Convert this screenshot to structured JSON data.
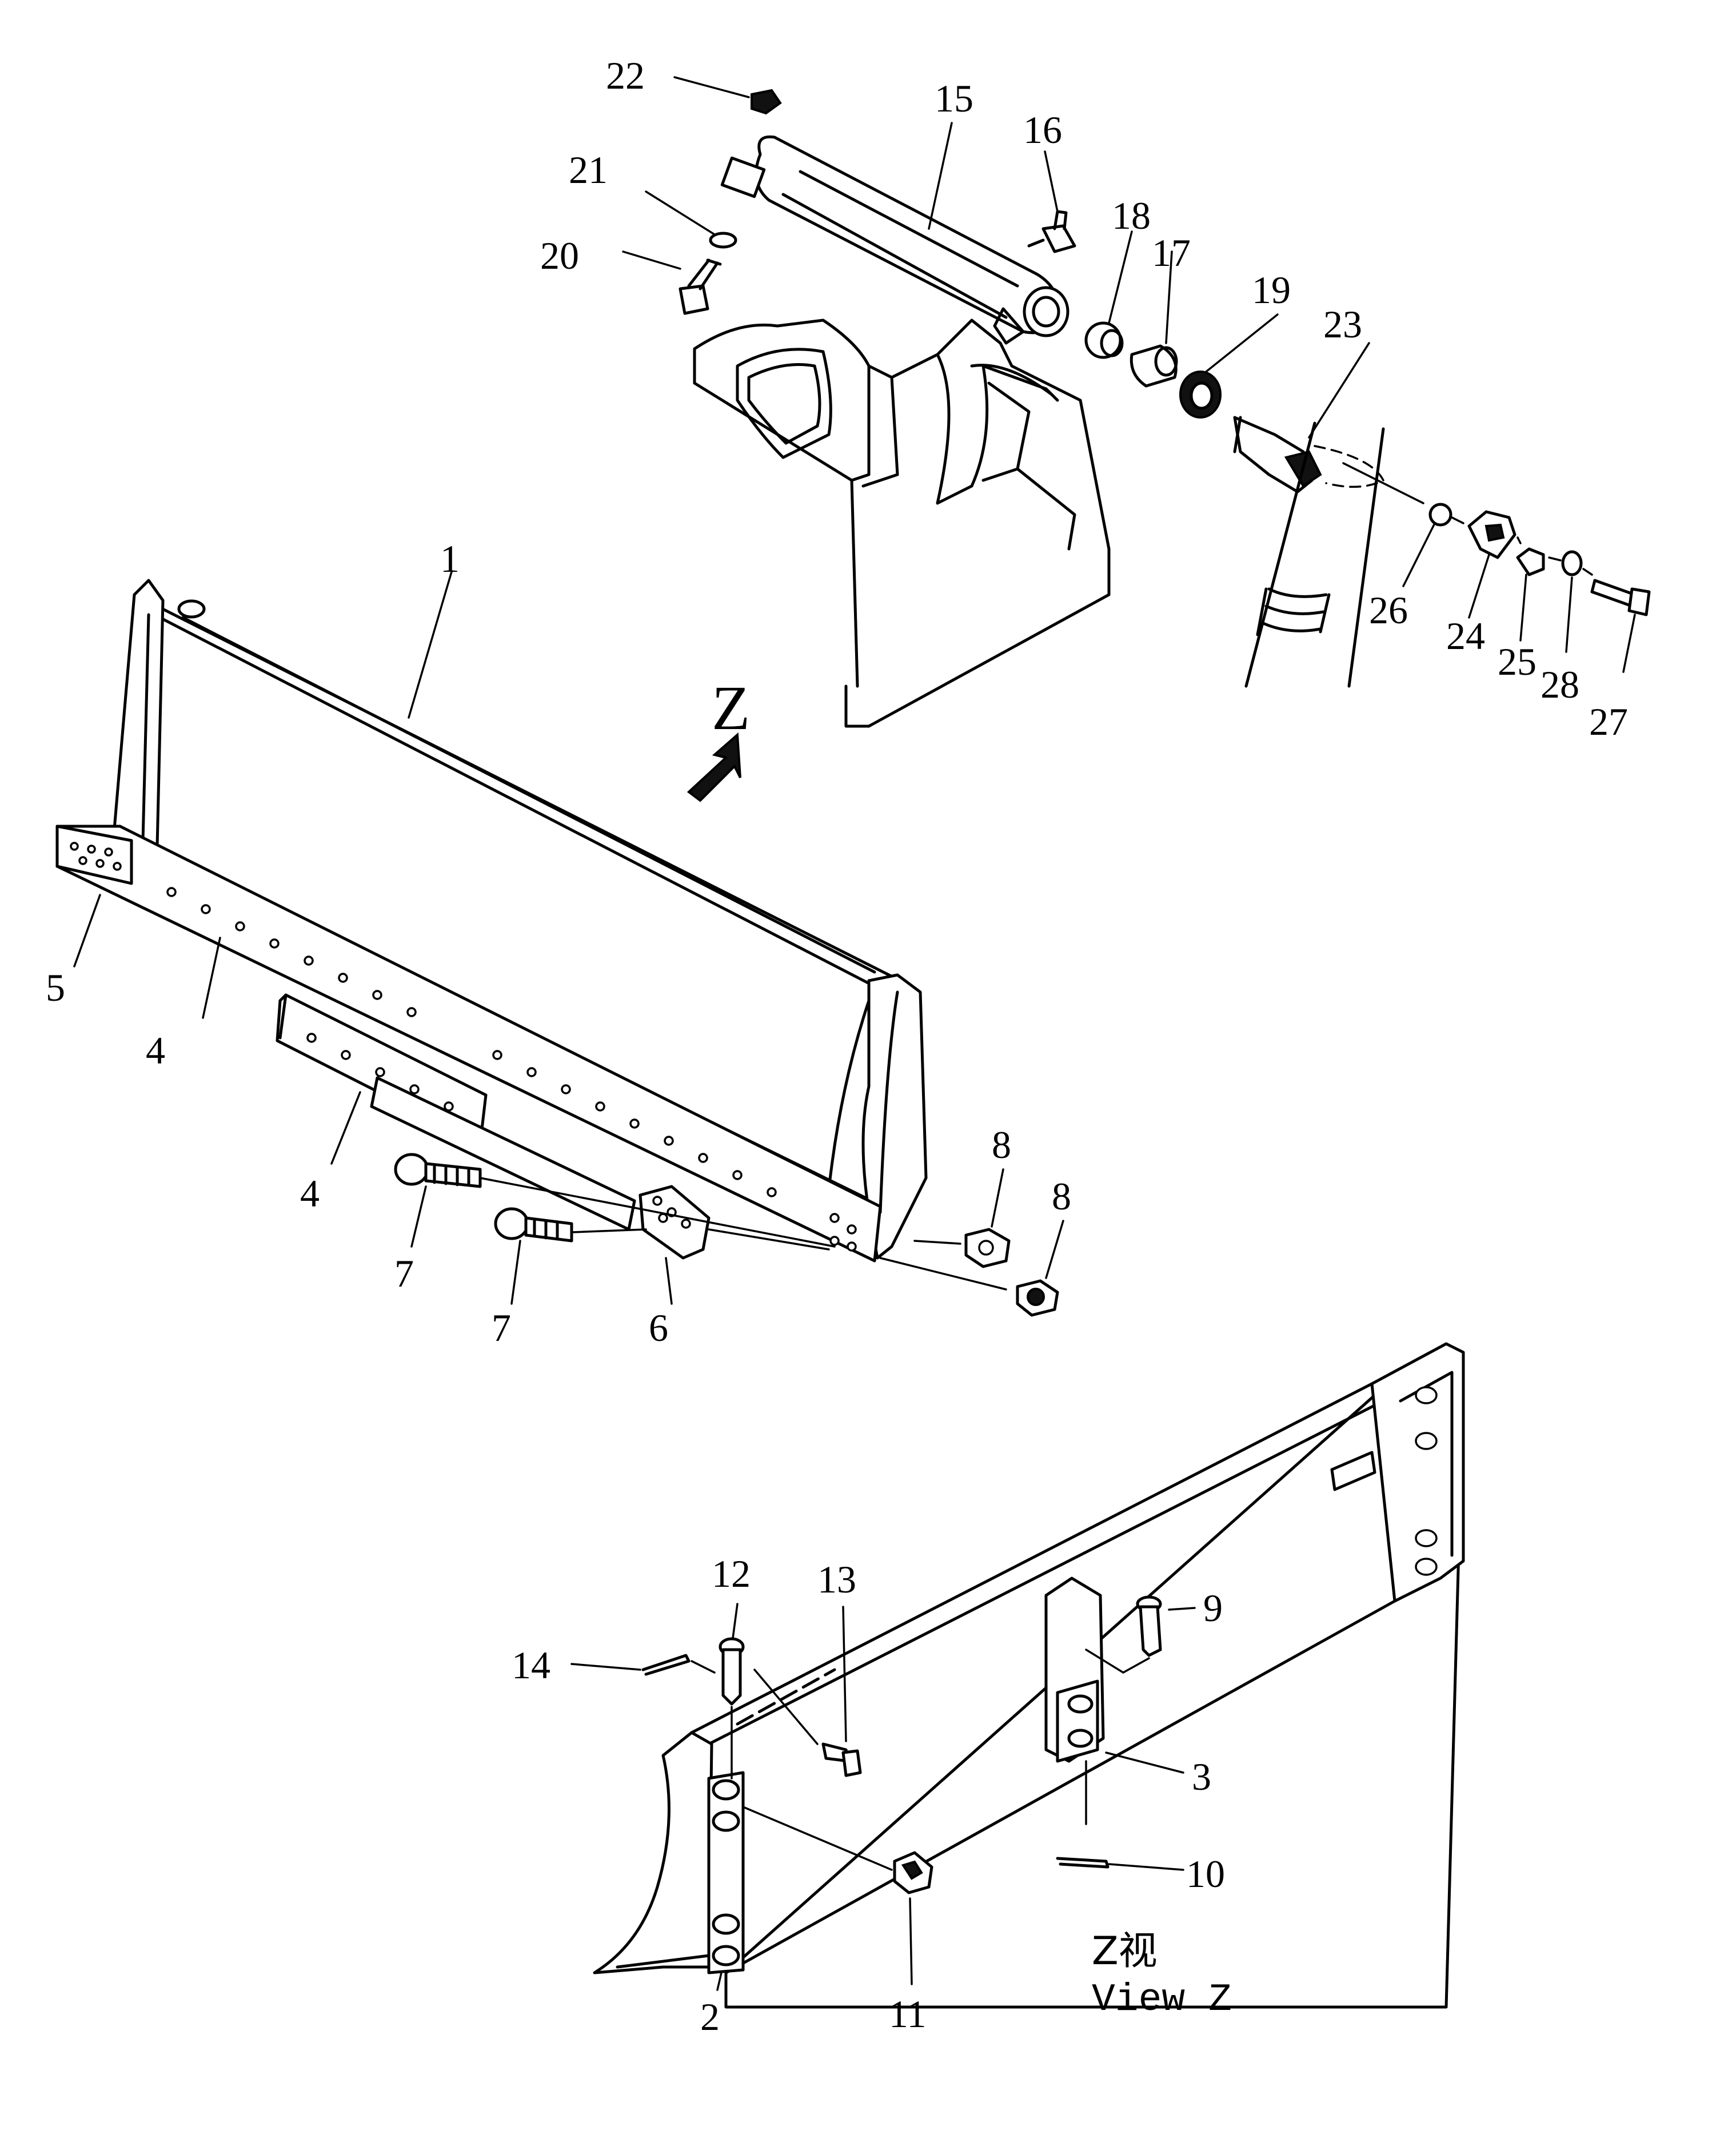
{
  "callouts": {
    "c1": "1",
    "c2": "2",
    "c3": "3",
    "c4a": "4",
    "c4b": "4",
    "c5": "5",
    "c6": "6",
    "c7a": "7",
    "c7b": "7",
    "c8a": "8",
    "c8b": "8",
    "c9": "9",
    "c10": "10",
    "c11": "11",
    "c12": "12",
    "c13": "13",
    "c14": "14",
    "c15": "15",
    "c16": "16",
    "c17": "17",
    "c18": "18",
    "c19": "19",
    "c20": "20",
    "c21": "21",
    "c22": "22",
    "c23": "23",
    "c24": "24",
    "c25": "25",
    "c26": "26",
    "c27": "27",
    "c28": "28"
  },
  "view_marker": {
    "letter": "Z"
  },
  "caption": {
    "line1": "Z视",
    "line2": "View Z"
  },
  "icons": {
    "view_arrow": "arrow-down-left-icon"
  }
}
